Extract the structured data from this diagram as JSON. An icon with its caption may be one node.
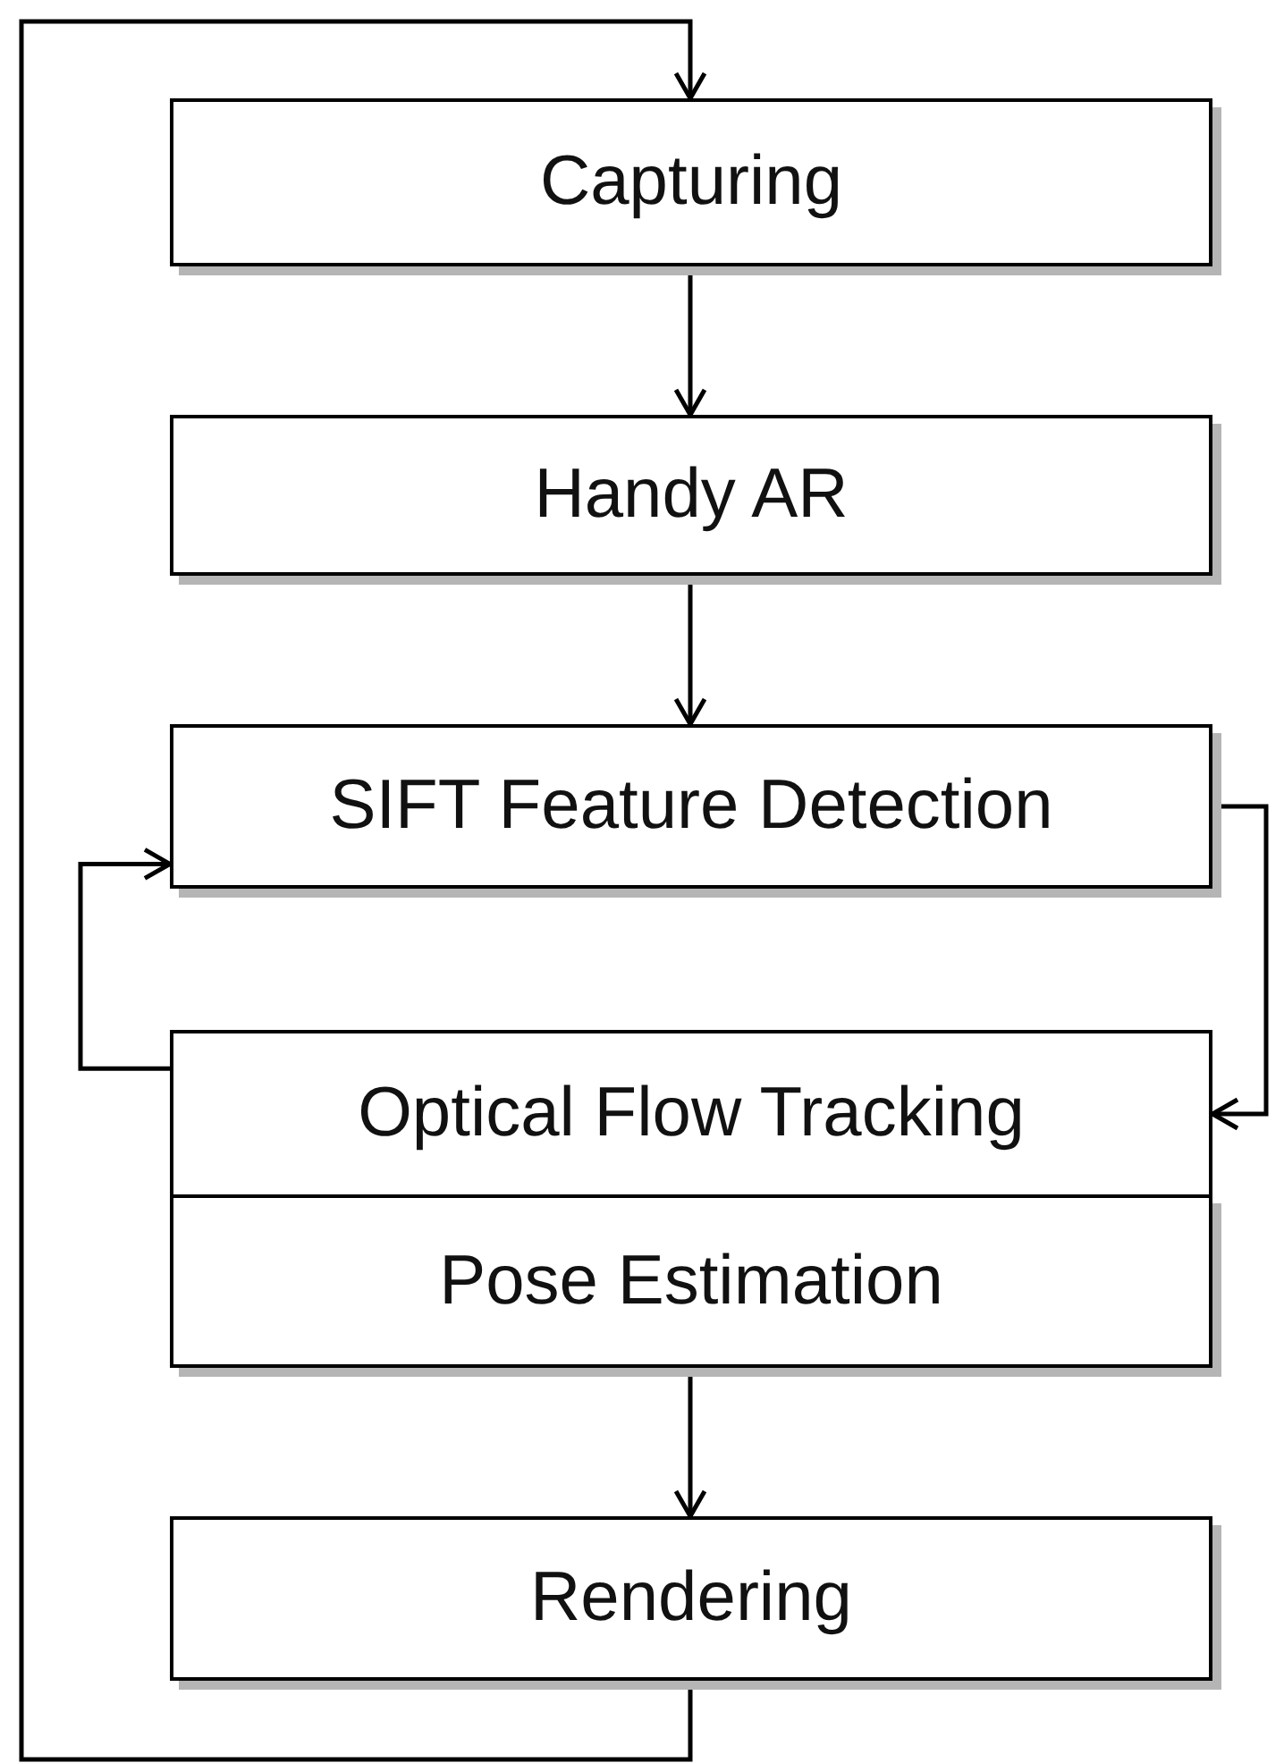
{
  "diagram": {
    "nodes": [
      {
        "text": [
          "Capturing"
        ]
      },
      {
        "text": [
          "Handy AR"
        ]
      },
      {
        "text": [
          "SIFT Feature Detection"
        ]
      },
      {
        "text": [
          "Optical Flow Tracking"
        ]
      },
      {
        "text": [
          "Pose Estimation"
        ]
      },
      {
        "text": [
          "Rendering"
        ]
      }
    ],
    "edges": [
      {
        "from": 0,
        "to": 1,
        "arrow": "to"
      },
      {
        "from": 1,
        "to": 2,
        "arrow": "to"
      },
      {
        "from": 2,
        "to": 3,
        "arrow": "to"
      },
      {
        "from": 3,
        "to": 2,
        "arrow": "to"
      },
      {
        "from": 4,
        "to": 5,
        "arrow": "to"
      },
      {
        "from": 5,
        "to": 0,
        "arrow": "to"
      }
    ]
  }
}
